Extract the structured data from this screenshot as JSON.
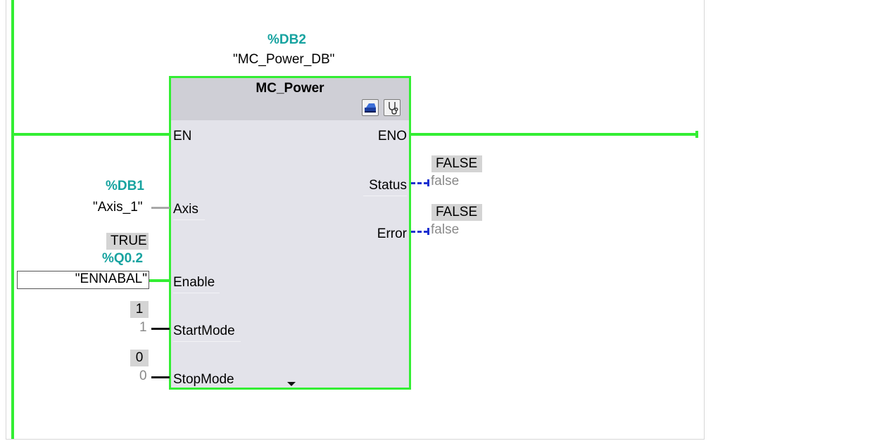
{
  "instance": {
    "address": "%DB2",
    "name": "\"MC_Power_DB\""
  },
  "block": {
    "type_name": "MC_Power",
    "icons": [
      "interface-icon",
      "diagnostics-stethoscope-icon"
    ],
    "inputs": {
      "en": "EN",
      "axis": "Axis",
      "enable": "Enable",
      "start_mode": "StartMode",
      "stop_mode": "StopMode"
    },
    "outputs": {
      "eno": "ENO",
      "status": "Status",
      "error": "Error"
    }
  },
  "params": {
    "axis": {
      "address": "%DB1",
      "name": "\"Axis_1\""
    },
    "enable": {
      "monitor": "TRUE",
      "address": "%Q0.2",
      "name": "\"ENNABAL\""
    },
    "start_mode": {
      "monitor": "1",
      "value": "1"
    },
    "stop_mode": {
      "monitor": "0",
      "value": "0"
    },
    "status": {
      "monitor": "FALSE",
      "value": "false"
    },
    "error": {
      "monitor": "FALSE",
      "value": "false"
    }
  },
  "colors": {
    "power_flow": "#33ee33",
    "address_teal": "#17a3a0",
    "output_wire_blue": "#1a2fd0",
    "block_body": "#e3e3ea",
    "monitor_box": "#d4d4d4"
  }
}
